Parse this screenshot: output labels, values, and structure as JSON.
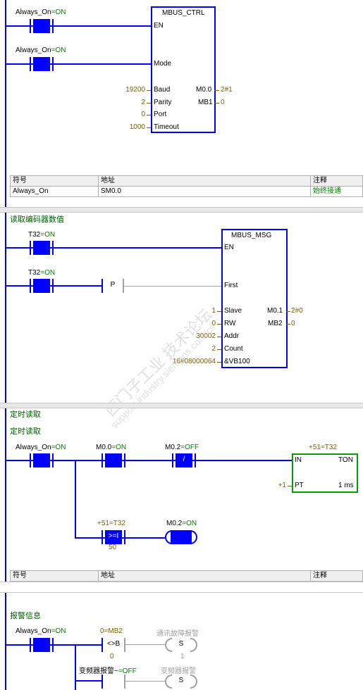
{
  "network1": {
    "contact1_label_name": "Always_On",
    "contact1_label_state": "=ON",
    "contact2_label_name": "Always_On",
    "contact2_label_state": "=ON",
    "block_title": "MBUS_CTRL",
    "pin_en": "EN",
    "pin_mode": "Mode",
    "pin_baud": "Baud",
    "pin_parity": "Parity",
    "pin_port": "Port",
    "pin_timeout": "Timeout",
    "out_m00": "M0.0",
    "out_mb1": "MB1",
    "baud_value": "19200",
    "parity_value": "2",
    "port_value": "0",
    "timeout_value": "1000",
    "m00_value": "2#1",
    "mb1_value": "0"
  },
  "symbol_table": {
    "headers": [
      "符号",
      "地址",
      "注释"
    ],
    "row": [
      "Always_On",
      "SM0.0",
      "始终接通"
    ]
  },
  "network2": {
    "title": "读取编码器数值",
    "contact1_label_name": "T32",
    "contact1_label_state": "=ON",
    "contact2_label_name": "T32",
    "contact2_label_state": "=ON",
    "p_contact": "P",
    "block_title": "MBUS_MSG",
    "pin_en": "EN",
    "pin_first": "First",
    "pin_slave": "Slave",
    "pin_rw": "RW",
    "pin_addr": "Addr",
    "pin_count": "Count",
    "pin_ptr": "&VB100",
    "out_m01": "M0.1",
    "out_mb2": "MB2",
    "slave_value": "1",
    "rw_value": "0",
    "addr_value": "30002",
    "count_value": "2",
    "ptr_value": "16#08000064",
    "m01_value": "2#0",
    "mb2_value": "0"
  },
  "watermark": {
    "line1": "西门子工业  技术论坛",
    "line2": "support.industry.siemens.com/cs"
  },
  "network3": {
    "title1": "定时读取",
    "title2": "定时读取",
    "contact1_label_name": "Always_On",
    "contact1_label_state": "=ON",
    "contact2_label_name": "M0.0",
    "contact2_label_state": "=ON",
    "contact3_label_name": "M0.2",
    "contact3_label_state": "=OFF",
    "contact3_symbol": "/",
    "timer_label": "+51=T32",
    "timer_in": "IN",
    "timer_ton": "TON",
    "timer_pt": "PT",
    "timer_pt_value": "+1",
    "timer_unit": "1 ms",
    "cmp_label": "+51=T32",
    "cmp_symbol": ">=I",
    "cmp_value": "50",
    "coil_label_name": "M0.2",
    "coil_label_state": "=ON",
    "partial_table_headers": [
      "符号",
      "地址",
      "注释"
    ]
  },
  "network4": {
    "title": "报警信息",
    "contact1_label_name": "Always_On",
    "contact1_label_state": "=ON",
    "cmp_label": "0=MB2",
    "cmp_symbol": "<>B",
    "cmp_value": "0",
    "coil1_label": "通讯故障报警",
    "coil1_symbol": "S",
    "coil1_value": "1",
    "contact2_label_name": "变频器报警~",
    "contact2_label_state": "=OFF",
    "coil2_label": "变频器报警",
    "coil2_symbol": "S"
  },
  "colors": {
    "ladder_blue": "#0000ff",
    "value_olive": "#806000",
    "state_green": "#008000",
    "timer_green": "#00a000",
    "grey_wire": "#a0a0a0"
  }
}
